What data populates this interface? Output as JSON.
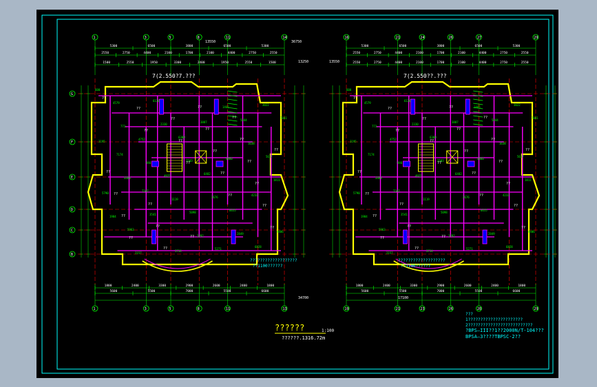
{
  "colors": {
    "background": "#a9b7c6",
    "canvas": "#000000",
    "frame": "#00ffff",
    "wall": "#ff00ff",
    "wall_outline": "#ffff00",
    "dimension": "#00ff00",
    "axis": "#ff0000",
    "text": "#ffffff",
    "fill_blue": "#0000ff"
  },
  "left_plan": {
    "top_axes": [
      "1",
      "3",
      "5",
      "8",
      "11",
      "14"
    ],
    "bottom_axes": [
      "1",
      "3",
      "5",
      "8",
      "11",
      "13"
    ],
    "side_axes": [
      "G",
      "F",
      "E",
      "D",
      "C",
      "B"
    ],
    "dims_top_1": [
      "5300",
      "6500",
      "3800",
      "6500",
      "5300"
    ],
    "dims_top_2": [
      "2550",
      "2750",
      "4400",
      "2100",
      "1700",
      "2100",
      "4400",
      "2750",
      "2550"
    ],
    "dims_top_3": [
      "1500",
      "2550",
      "1950",
      "3300",
      "2400",
      "1950",
      "2550",
      "1500"
    ],
    "total_top": "13550",
    "total_top_2": "13250",
    "dims_bottom_1": [
      "1800",
      "2400",
      "3300",
      "2900",
      "2600",
      "2400",
      "1800"
    ],
    "dims_bottom_2": [
      "5600",
      "5500",
      "7000",
      "5500",
      "6600"
    ],
    "total_bottom": "34700",
    "level_label": "7(2.550?7.???",
    "arc_label": "???????????????????",
    "arc_label_2": "??1100??????"
  },
  "right_plan": {
    "top_axes": [
      "16",
      "21",
      "24",
      "26",
      "27",
      "29"
    ],
    "bottom_axes": [
      "19",
      "21",
      "23",
      "26",
      "28",
      "29"
    ],
    "dims_top_1": [
      "5300",
      "6500",
      "3800",
      "6500",
      "5300"
    ],
    "dims_top_2": [
      "2550",
      "2750",
      "4400",
      "2100",
      "1700",
      "2100",
      "4400",
      "2750",
      "2550"
    ],
    "total_top": "13550",
    "dims_bottom_1": [
      "1800",
      "2400",
      "3300",
      "2900",
      "2600",
      "2400",
      "1800"
    ],
    "dims_bottom_2": [
      "5600",
      "5500",
      "7000",
      "5500",
      "6600"
    ],
    "total_bottom": "17100",
    "level_label": "7(2.550??.???",
    "arc_label": "???????????????????",
    "arc_label_2": "??1100??????"
  },
  "overall_dim": "36750",
  "title_block": {
    "title": "??????",
    "scale": "1:100",
    "subtitle": "??????.1316.72m"
  },
  "notes": {
    "heading": "???",
    "line_1": "1??????????????????????",
    "line_2": "2??????????????????????????",
    "line_3": "?BPS—III??1??2000N/T-104???",
    "line_4": "BPSA—3????TBPSC-2??"
  }
}
